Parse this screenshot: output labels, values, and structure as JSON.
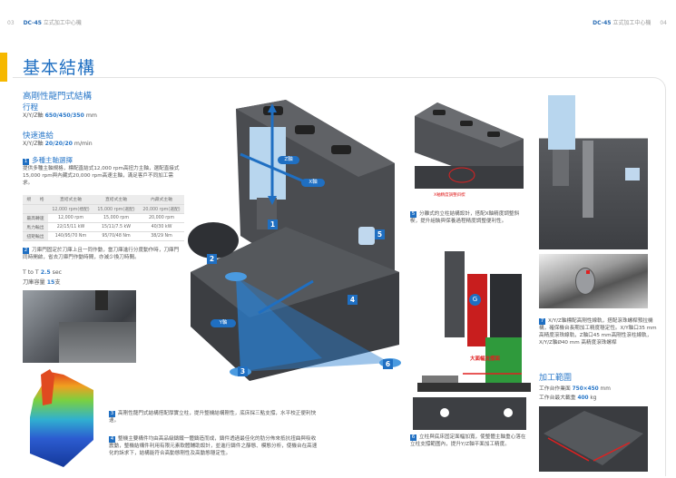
{
  "header": {
    "left_page": "03",
    "left_model": "DC-45",
    "left_title": "立式加工中心機",
    "right_model": "DC-45",
    "right_title": "立式加工中心機",
    "right_page": "04"
  },
  "page_title": "基本結構",
  "section": {
    "heading": "高剛性龍門式結構",
    "travel": {
      "label": "行程",
      "prefix": "X/Y/Z軸",
      "value": "650/450/350",
      "unit": "mm"
    },
    "rapid": {
      "label": "快速進給",
      "prefix": "X/Y/Z軸",
      "value": "20/20/20",
      "unit": "m/min"
    }
  },
  "features": [
    {
      "num": "1",
      "title": "多種主軸選擇",
      "text": "提供多種主軸規格，標配直結式12,000 rpm高扭力主軸，選配直接式15,000 rpm與內藏式20,000 rpm高速主軸，滿足客戶不同加工需求。"
    },
    {
      "num": "2",
      "text": "刀庫門固定於刀庫上且一同作動，當刀庫進行分度動作時，刀庫門同時開啟，省去刀庫門作動時間，亦減少換刀時間。"
    },
    {
      "num": "3",
      "text": "高剛性龍門式結構搭配厚實立柱，提升整機結構剛性，底床採三點支撐，水平校正便利快速。"
    },
    {
      "num": "4",
      "text": "整機主要構件均由高品級鑄鐵一體鑄造而成，鑄件透過最佳化的肋分佈來抵抗扭曲與吸收震動，整機結構件利用有限元素軟體輔助設計，並進行鑄件之靜態、模態分析，使機台在高速化的訴求下，結構能符合高動態剛性及高動態穩定性。"
    },
    {
      "num": "5",
      "text": "分離式的立柱結構設計，搭配X軸精度調整斜楔，提升組裝與保養過程精度調整便利性。"
    },
    {
      "num": "6",
      "text": "立柱與底床固定面幅加寬，使整體主軸重心落在立柱支撐範圍內，提升Y/Z軸平面加工精度。"
    },
    {
      "num": "7",
      "text": "X/Y/Z軸標配高剛性線軌，搭配滾珠螺桿預拉機構，確保機台長期加工精度穩定性。X/Y軸口35 mm高精度滾珠線軌，Z軸口45 mm高剛性滾柱線軌，X/Y/Z軸Ø40 mm 高精度滾珠螺桿"
    }
  ],
  "spindle_table": {
    "header": [
      "規　　格",
      "直結式主軸",
      "直結式主軸",
      "內藏式主軸"
    ],
    "subheader": [
      "",
      "12,000 rpm(標配)",
      "15,000 rpm(選配)",
      "20,000 rpm(選配)"
    ],
    "rows": [
      {
        "label": "最高轉速",
        "values": [
          "12,000 rpm",
          "15,000 rpm",
          "20,000 rpm"
        ]
      },
      {
        "label": "馬力輸出",
        "values": [
          "22/15/11 kW",
          "15/11/7.5 kW",
          "40/30 kW"
        ]
      },
      {
        "label": "扭矩輸出",
        "values": [
          "140/95/70 Nm",
          "95/70/48 Nm",
          "38/29 Nm"
        ]
      }
    ]
  },
  "tool_change": {
    "t2t_label": "T to T",
    "t2t_value": "2.5",
    "t2t_unit": "sec",
    "capacity_label": "刀庫容量",
    "capacity_value": "15",
    "capacity_unit": "支"
  },
  "machining_range": {
    "heading": "加工範圍",
    "table_area_label": "工作台作業面",
    "table_area_value": "750×450",
    "table_area_unit": "mm",
    "max_load_label": "工作台最大載重",
    "max_load_value": "400",
    "max_load_unit": "kg"
  },
  "diagram_labels": {
    "z_axis": "Z軸",
    "x_axis": "X軸",
    "y_axis": "Y軸",
    "gravity": "G",
    "wide_base": "大面幅支撐面",
    "wedge_note": "X軸精度調整斜楔",
    "callouts": [
      "1",
      "2",
      "3",
      "4",
      "5",
      "6"
    ]
  },
  "colors": {
    "brand_blue": "#1f6fc2",
    "accent_yellow": "#f6b800",
    "highlight_red": "#e02020",
    "base_green": "#2f9a3c"
  }
}
